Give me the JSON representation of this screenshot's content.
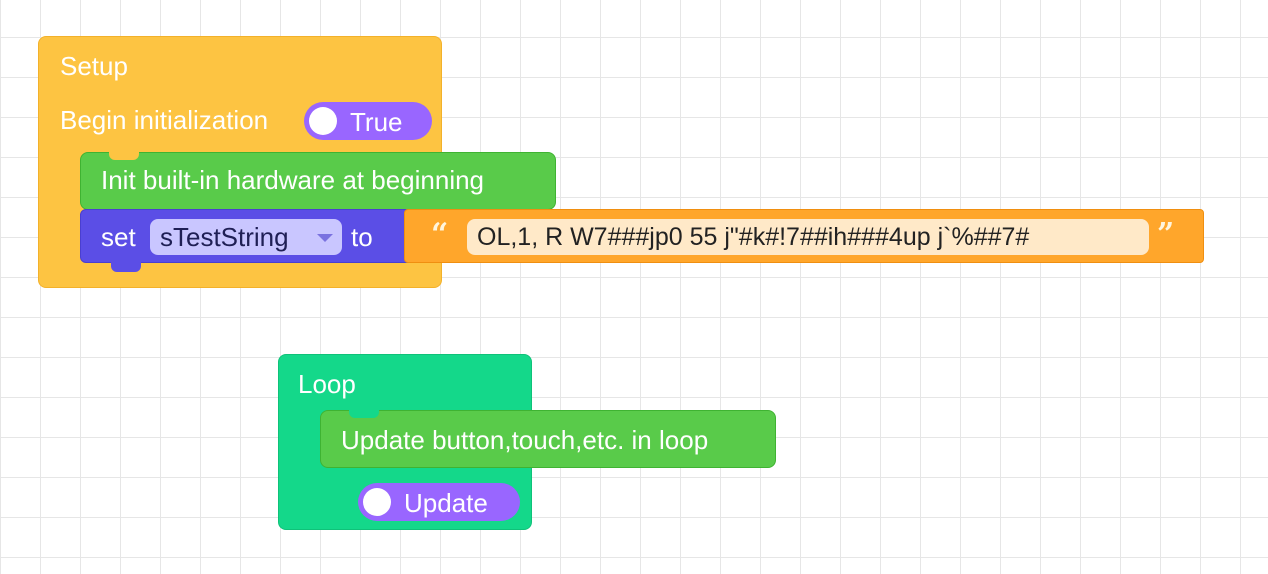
{
  "setup": {
    "label": "Setup",
    "begin_label": "Begin initialization",
    "begin_value": "True"
  },
  "init_block": {
    "label": "Init built-in hardware at beginning"
  },
  "set_block": {
    "set_label": "set",
    "variable": "sTestString",
    "to_label": "to",
    "open_quote": "“",
    "string_value": "OL,1, R W7###jp0 55  j\"#k#!7##ih###4up j`%##7#",
    "close_quote": "”"
  },
  "loop": {
    "label": "Loop",
    "update_block_label": "Update button,touch,etc. in loop",
    "update_value": "Update"
  },
  "colors": {
    "setup": "#fdc442",
    "green": "#59cb4a",
    "set": "#5b4ee6",
    "string": "#ffa62b",
    "loop": "#14d88a",
    "boolean": "#9966ff"
  }
}
